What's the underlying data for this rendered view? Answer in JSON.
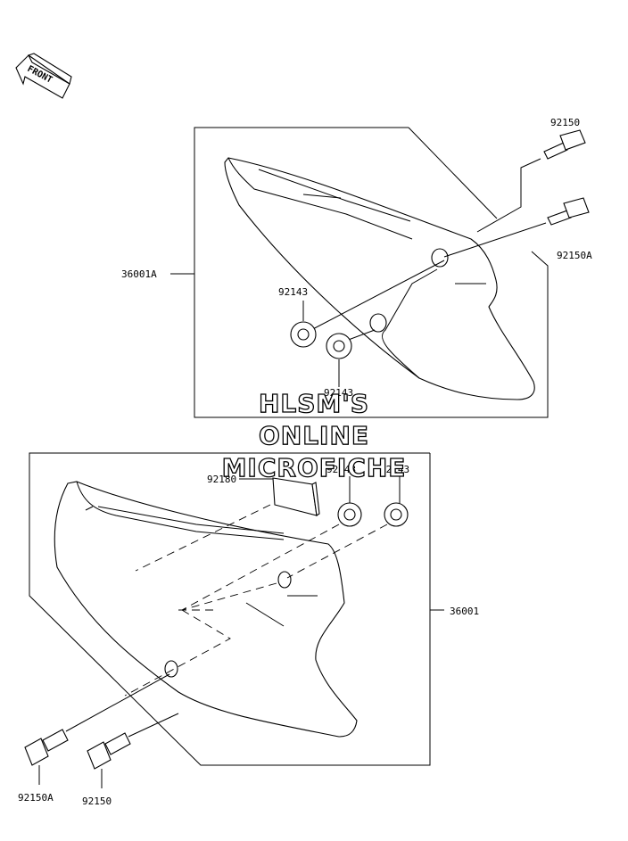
{
  "front_arrow": {
    "text": "FRONT"
  },
  "labels": {
    "bolt_top_right": "92150",
    "bolt_top_right_a": "92150A",
    "cover_left_part": "36001A",
    "grommet_upper_1": "92143",
    "grommet_upper_2": "92143",
    "pad": "92180",
    "grommet_lower_1": "92143",
    "grommet_lower_2": "92143",
    "cover_right_part": "36001",
    "bolt_bottom_a": "92150A",
    "bolt_bottom": "92150"
  },
  "watermark": {
    "line1": "HLSM'S",
    "line2": "ONLINE",
    "line3": "MICROFICHE"
  }
}
